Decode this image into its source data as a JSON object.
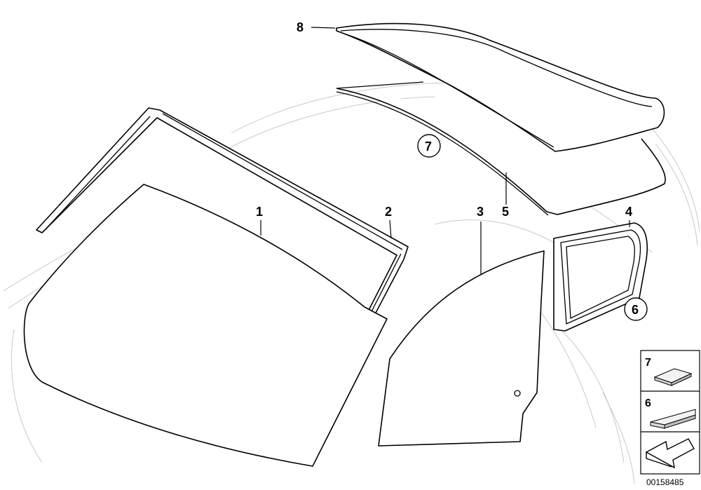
{
  "callouts": {
    "windscreen": "1",
    "windscreen_moulding": "2",
    "door_window": "3",
    "side_window": "4",
    "roof_panel": "5",
    "side_window_ref": "6",
    "roof_ref": "7",
    "roof_seal": "8"
  },
  "legend": {
    "item_7": "7",
    "item_6": "6"
  },
  "diagram_id": "00158485",
  "colors": {
    "line": "#000000",
    "ghost": "#c8c8c8",
    "background": "#ffffff"
  }
}
